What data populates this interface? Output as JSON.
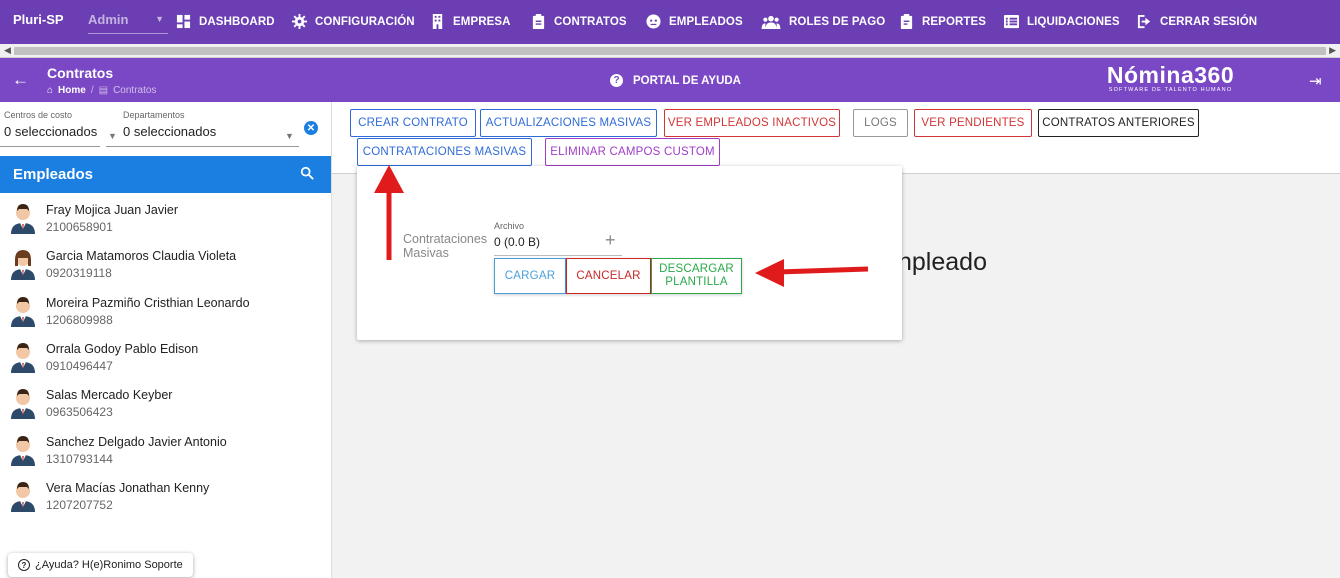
{
  "topnav": {
    "company": "Pluri-SP",
    "role": "Admin",
    "items": [
      {
        "label": "DASHBOARD",
        "icon": "dashboard-icon"
      },
      {
        "label": "CONFIGURACIÓN",
        "icon": "gear-icon"
      },
      {
        "label": "EMPRESA",
        "icon": "building-icon"
      },
      {
        "label": "CONTRATOS",
        "icon": "clipboard-icon"
      },
      {
        "label": "EMPLEADOS",
        "icon": "face-icon"
      },
      {
        "label": "ROLES DE PAGO",
        "icon": "people-icon"
      },
      {
        "label": "REPORTES",
        "icon": "report-icon"
      },
      {
        "label": "LIQUIDACIONES",
        "icon": "list-icon"
      },
      {
        "label": "CERRAR SESIÓN",
        "icon": "logout-icon"
      }
    ]
  },
  "subheader": {
    "title": "Contratos",
    "breadcrumb_home": "Home",
    "breadcrumb_current": "Contratos",
    "help": "PORTAL DE AYUDA",
    "logo": "Nómina360",
    "logo_tagline": "SOFTWARE DE TALENTO HUMANO"
  },
  "filters": {
    "cost_centers_label": "Centros de costo",
    "cost_centers_value": "0 seleccionados",
    "departments_label": "Departamentos",
    "departments_value": "0 seleccionados"
  },
  "employees": {
    "title": "Empleados",
    "list": [
      {
        "name": "Fray Mojica Juan Javier",
        "id": "2100658901",
        "gender": "m"
      },
      {
        "name": "Garcia Matamoros Claudia Violeta",
        "id": "0920319118",
        "gender": "f"
      },
      {
        "name": "Moreira Pazmiño Cristhian Leonardo",
        "id": "1206809988",
        "gender": "m"
      },
      {
        "name": "Orrala Godoy Pablo Edison",
        "id": "0910496447",
        "gender": "m"
      },
      {
        "name": "Salas Mercado Keyber",
        "id": "0963506423",
        "gender": "m"
      },
      {
        "name": "Sanchez Delgado Javier Antonio",
        "id": "1310793144",
        "gender": "m"
      },
      {
        "name": "Vera Macías Jonathan Kenny",
        "id": "1207207752",
        "gender": "m"
      }
    ]
  },
  "help_chip": "¿Ayuda? H(e)Ronimo Soporte",
  "toolbar": {
    "create": "CREAR CONTRATO",
    "bulk_updates": "ACTUALIZACIONES MASIVAS",
    "inactive": "VER EMPLEADOS INACTIVOS",
    "logs": "LOGS",
    "pending": "VER PENDIENTES",
    "previous": "CONTRATOS ANTERIORES",
    "bulk_hiring": "CONTRATACIONES MASIVAS",
    "delete_custom": "ELIMINAR CAMPOS CUSTOM"
  },
  "behind_text": "npleado",
  "card": {
    "title": "Contrataciones Masivas",
    "file_label": "Archivo",
    "file_value": "0 (0.0 B)",
    "upload": "CARGAR",
    "cancel": "CANCELAR",
    "download": "DESCARGAR PLANTILLA"
  },
  "colors": {
    "nav": "#6b3fb3",
    "subheader": "#7a48c4",
    "accent": "#1a7fe0",
    "annotation": "#e01b1b"
  }
}
